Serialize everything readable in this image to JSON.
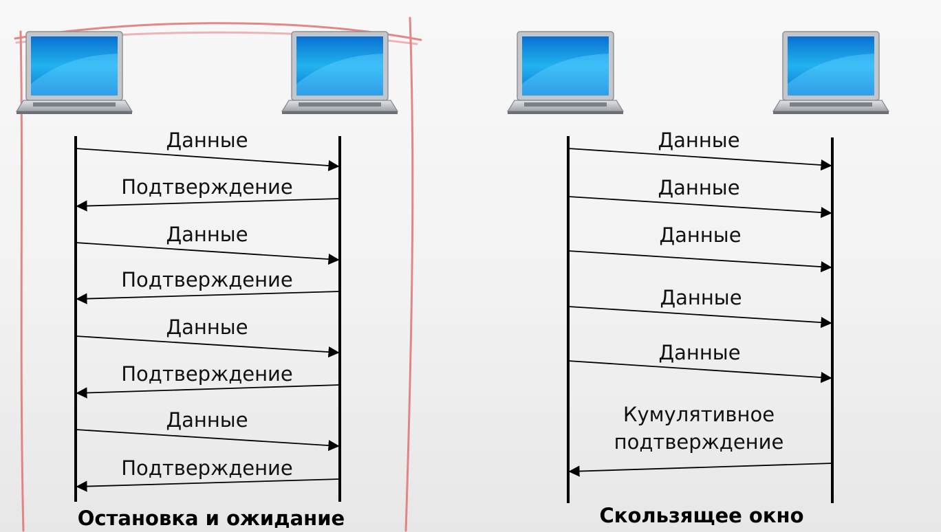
{
  "colors": {
    "annotation": "#e06a6a",
    "line": "#000000",
    "screen": "#1aa3e8",
    "laptop_body": "#c9ccd1"
  },
  "icons": [
    "laptop-icon",
    "laptop-icon",
    "laptop-icon",
    "laptop-icon"
  ],
  "left_diagram": {
    "caption": "Остановка и ожидание",
    "messages": [
      {
        "label": "Данные",
        "direction": "right"
      },
      {
        "label": "Подтверждение",
        "direction": "left"
      },
      {
        "label": "Данные",
        "direction": "right"
      },
      {
        "label": "Подтверждение",
        "direction": "left"
      },
      {
        "label": "Данные",
        "direction": "right"
      },
      {
        "label": "Подтверждение",
        "direction": "left"
      },
      {
        "label": "Данные",
        "direction": "right"
      },
      {
        "label": "Подтверждение",
        "direction": "left"
      }
    ]
  },
  "right_diagram": {
    "caption": "Скользящее окно",
    "messages": [
      {
        "label": "Данные",
        "direction": "right"
      },
      {
        "label": "Данные",
        "direction": "right"
      },
      {
        "label": "Данные",
        "direction": "right"
      },
      {
        "label": "Данные",
        "direction": "right"
      },
      {
        "label": "Данные",
        "direction": "right"
      },
      {
        "label": "Кумулятивное\nподтверждение",
        "direction": "left"
      }
    ]
  }
}
